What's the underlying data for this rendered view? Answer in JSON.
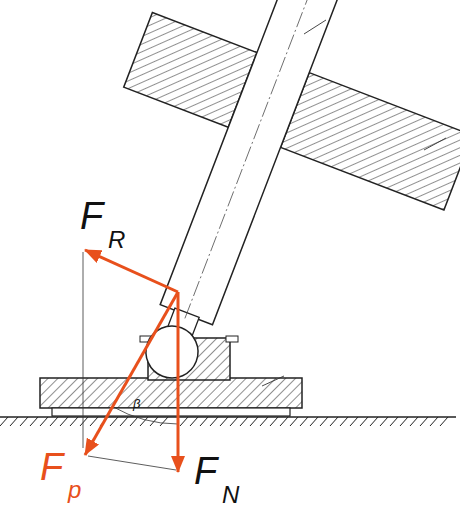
{
  "diagram": {
    "labels": [
      "F",
      "R",
      "β",
      "F",
      "p",
      "F",
      "N"
    ]
  }
}
